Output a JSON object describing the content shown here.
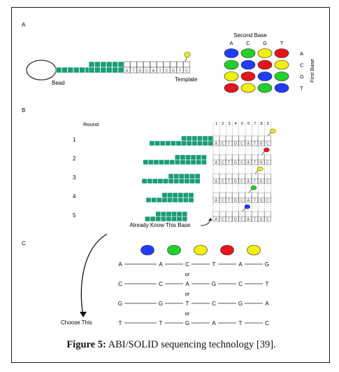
{
  "panels": {
    "a": "A",
    "b": "B",
    "c": "C"
  },
  "panel_a": {
    "bead_label": "Bead",
    "template_label": "Template",
    "matrix_title": "Second Base",
    "col_bases": [
      "A",
      "C",
      "G",
      "T"
    ],
    "row_bases": [
      "A",
      "C",
      "G",
      "T"
    ],
    "first_base_label": "First Base",
    "template_seq": [
      "A",
      "T",
      "G",
      "C",
      "A",
      "T",
      "C",
      "G",
      "T",
      "C"
    ],
    "matrix_colors": [
      [
        "blue",
        "green",
        "yellow",
        "red"
      ],
      [
        "green",
        "blue",
        "red",
        "yellow"
      ],
      [
        "yellow",
        "red",
        "blue",
        "green"
      ],
      [
        "red",
        "yellow",
        "green",
        "blue"
      ]
    ]
  },
  "panel_b": {
    "round_header": "Round",
    "positions": [
      "1",
      "2",
      "3",
      "4",
      "5",
      "6",
      "7",
      "8",
      "9"
    ],
    "rounds": [
      {
        "label": "1",
        "probe": "yellow"
      },
      {
        "label": "2",
        "probe": "red"
      },
      {
        "label": "3",
        "probe": "yellow"
      },
      {
        "label": "4",
        "probe": "green"
      },
      {
        "label": "5",
        "probe": "blue"
      }
    ],
    "sequence": [
      "A",
      "C",
      "T",
      "G",
      "C",
      "A",
      "T",
      "G",
      "C"
    ],
    "known_base_label": "Already Know This Base"
  },
  "panel_c": {
    "dots": [
      "blue",
      "green",
      "yellow",
      "red",
      "yellow"
    ],
    "or_label": "or",
    "sequences": [
      [
        "A",
        "A",
        "C",
        "T",
        "A",
        "G"
      ],
      [
        "C",
        "C",
        "A",
        "G",
        "C",
        "T"
      ],
      [
        "G",
        "G",
        "T",
        "C",
        "G",
        "A"
      ],
      [
        "T",
        "T",
        "G",
        "A",
        "T",
        "C"
      ]
    ],
    "choose_label": "Choose This"
  },
  "caption": {
    "label": "Figure 5:",
    "text": " ABI/SOLID sequencing technology [39]."
  },
  "colors": {
    "blue": "#1f3cff",
    "green": "#22d02a",
    "yellow": "#f2ee0f",
    "red": "#e4161a",
    "teal": "#1a9c74"
  }
}
